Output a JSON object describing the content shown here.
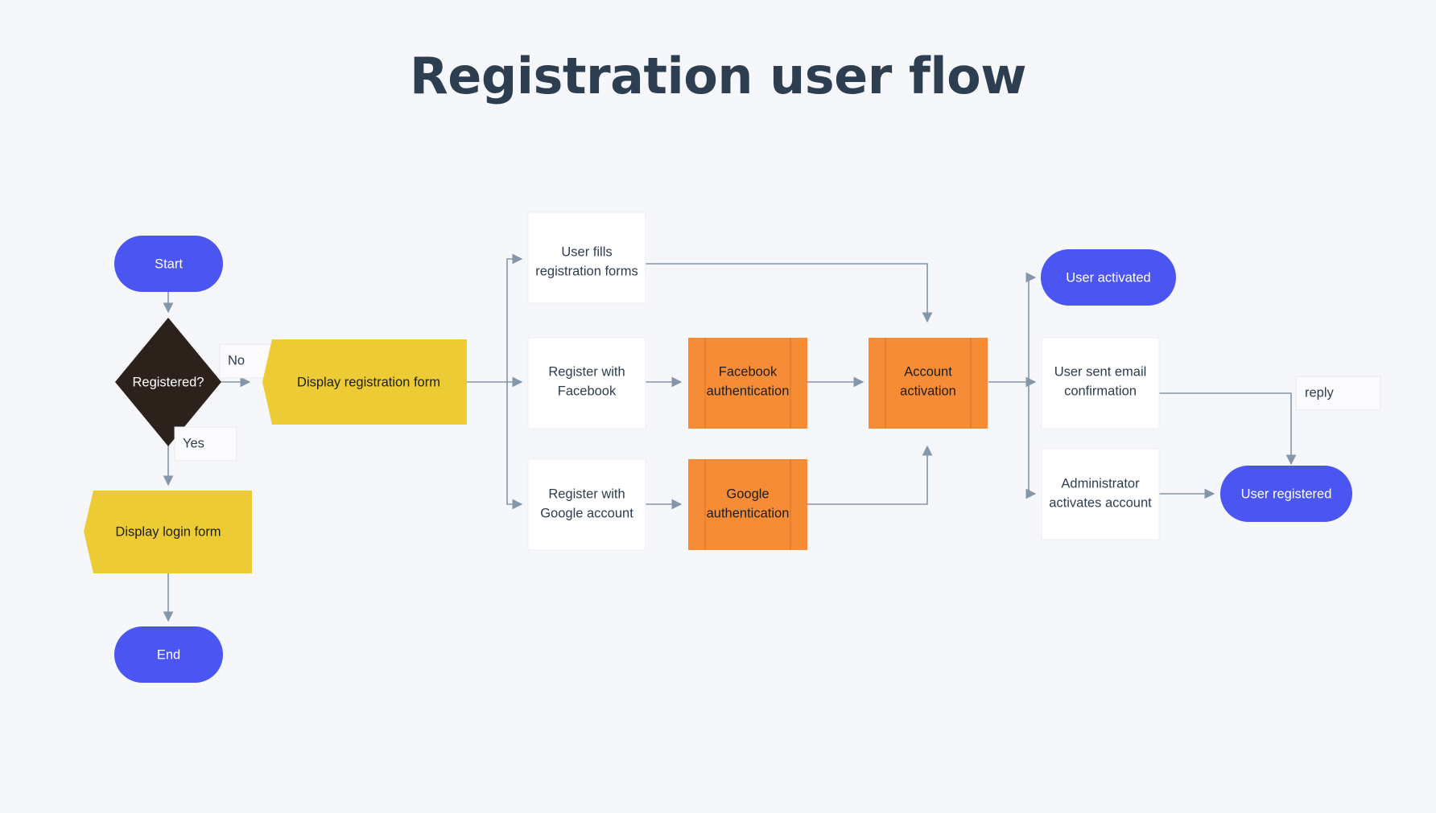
{
  "title": "Registration user flow",
  "theme": {
    "background": "#f6f7fb",
    "title_color": "#2c3e50",
    "edge_color": "#8496a9",
    "terminator_fill": "#4a55f2",
    "terminator_text": "#ffffff",
    "display_fill": "#edcb34",
    "decision_fill": "#2d211c",
    "decision_text": "#ffffff",
    "process_fill": "#ffffff",
    "process_border": "#eceef3",
    "predefined_fill": "#f68c36",
    "predefined_divider": "#e07b26",
    "node_text": "#2e3d4e"
  },
  "nodes": {
    "start": {
      "label": "Start",
      "shape": "terminator"
    },
    "registered": {
      "label": "Registered?",
      "shape": "decision"
    },
    "display_registration_form": {
      "label": "Display registration form",
      "shape": "display"
    },
    "display_login_form": {
      "label": "Display login form",
      "shape": "display"
    },
    "end": {
      "label": "End",
      "shape": "terminator"
    },
    "user_fills_forms": {
      "line1": "User fills",
      "line2": "registration forms",
      "shape": "process"
    },
    "register_facebook": {
      "line1": "Register with",
      "line2": "Facebook",
      "shape": "process"
    },
    "register_google": {
      "line1": "Register with",
      "line2": "Google account",
      "shape": "process"
    },
    "facebook_auth": {
      "line1": "Facebook",
      "line2": "authentication",
      "shape": "predefined-process"
    },
    "google_auth": {
      "line1": "Google",
      "line2": "authentication",
      "shape": "predefined-process"
    },
    "account_activation": {
      "line1": "Account",
      "line2": "activation",
      "shape": "predefined-process"
    },
    "user_activated": {
      "label": "User activated",
      "shape": "terminator"
    },
    "user_sent_email": {
      "line1": "User sent email",
      "line2": "confirmation",
      "shape": "process"
    },
    "administrator_activates": {
      "line1": "Administrator",
      "line2": "activates account",
      "shape": "process"
    },
    "user_registered": {
      "label": "User registered",
      "shape": "terminator"
    }
  },
  "edge_labels": {
    "no": "No",
    "yes": "Yes",
    "reply": "reply"
  }
}
